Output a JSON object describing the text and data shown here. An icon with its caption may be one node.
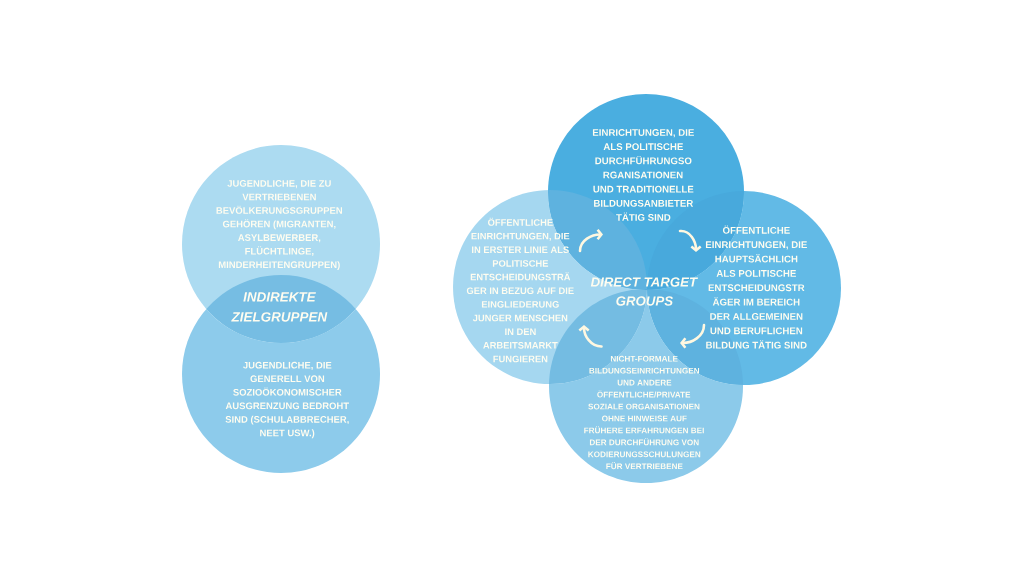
{
  "diagram": {
    "nodes": [
      {
        "text": [
          "JUGENDLICHE, DIE ZU VERTRIEBENEN BEVÖLKERUNGSGRUPPEN GEHÖREN (MIGRANTEN, ASYLBEWERBER, FLÜCHTLINGE, MINDERHEITENGRUPPEN)"
        ]
      },
      {
        "text": [
          "JUGENDLICHE, DIE GENERELL VON SOZIOÖKONOMISCHER AUSGRENZUNG BEDROHT SIND (SCHULABBRECHER, NEET USW.)"
        ]
      },
      {
        "text": [
          "EINRICHTUNGEN, DIE ALS POLITISCHE DURCHFÜHRUNGSO RGANISATIONEN UND TRADITIONELLE BILDUNGSANBIETER TÄTIG SIND"
        ]
      },
      {
        "text": [
          "ÖFFENTLICHE EINRICHTUNGEN, DIE IN ERSTER LINIE ALS POLITISCHE ENTSCHEIDUNGSTRÄ GER IN BEZUG AUF DIE EINGLIEDERUNG JUNGER MENSCHEN IN DEN ARBEITSMARKT FUNGIEREN"
        ]
      },
      {
        "text": [
          "ÖFFENTLICHE EINRICHTUNGEN, DIE HAUPTSÄCHLICH ALS POLITISCHE ENTSCHEIDUNGSTR ÄGER IM BEREICH DER ALLGEMEINEN UND BERUFLICHEN BILDUNG TÄTIG SIND"
        ]
      },
      {
        "text": [
          "NICHT-FORMALE BILDUNGSEINRICHTUNGEN UND ANDERE ÖFFENTLICHE/PRIVATE SOZIALE ORGANISATIONEN OHNE HINWEISE AUF FRÜHERE ERFAHRUNGEN BEI DER DURCHFÜHRUNG VON KODIERUNGSSCHULUNGEN FÜR VERTRIEBENE"
        ]
      }
    ],
    "edges": [
      {
        "from": 3,
        "to": 2,
        "arrow": "to"
      },
      {
        "from": 2,
        "to": 4,
        "arrow": "to"
      },
      {
        "from": 4,
        "to": 5,
        "arrow": "to"
      },
      {
        "from": 5,
        "to": 3,
        "arrow": "to"
      }
    ],
    "labels": [
      "INDIREKTE ZIELGRUPPEN",
      "DIRECT TARGET GROUPS"
    ]
  }
}
